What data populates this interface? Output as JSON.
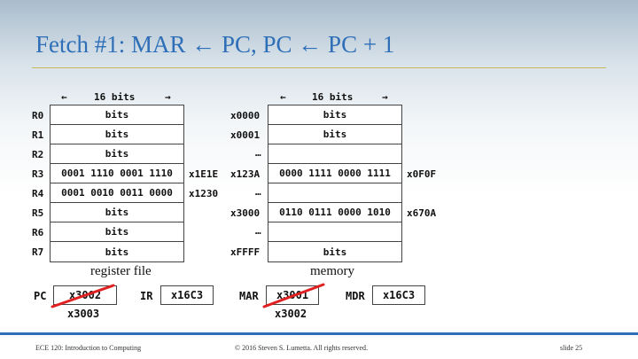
{
  "title": "Fetch #1: MAR ← PC, PC ← PC + 1",
  "regfile": {
    "width_label": "16 bits",
    "arrow_left": "←",
    "arrow_right": "→",
    "rows": [
      {
        "name": "R0",
        "value": "bits",
        "ext": ""
      },
      {
        "name": "R1",
        "value": "bits",
        "ext": ""
      },
      {
        "name": "R2",
        "value": "bits",
        "ext": ""
      },
      {
        "name": "R3",
        "value": "0001 1110 0001 1110",
        "ext": "x1E1E"
      },
      {
        "name": "R4",
        "value": "0001 0010 0011 0000",
        "ext": "x1230"
      },
      {
        "name": "R5",
        "value": "bits",
        "ext": ""
      },
      {
        "name": "R6",
        "value": "bits",
        "ext": ""
      },
      {
        "name": "R7",
        "value": "bits",
        "ext": ""
      }
    ],
    "caption": "register file"
  },
  "memory": {
    "width_label": "16 bits",
    "arrow_left": "←",
    "arrow_right": "→",
    "rows": [
      {
        "addr": "x0000",
        "value": "bits",
        "ext": ""
      },
      {
        "addr": "x0001",
        "value": "bits",
        "ext": ""
      },
      {
        "addr": "…",
        "value": "",
        "ext": ""
      },
      {
        "addr": "x123A",
        "value": "0000 1111 0000 1111",
        "ext": "x0F0F"
      },
      {
        "addr": "…",
        "value": "",
        "ext": ""
      },
      {
        "addr": "x3000",
        "value": "0110 0111 0000 1010",
        "ext": "x670A"
      },
      {
        "addr": "…",
        "value": "",
        "ext": ""
      },
      {
        "addr": "xFFFF",
        "value": "bits",
        "ext": ""
      }
    ],
    "caption": "memory"
  },
  "special_regs": {
    "pc": {
      "label": "PC",
      "old": "x3002",
      "new": "x3003"
    },
    "ir": {
      "label": "IR",
      "value": "x16C3"
    },
    "mar": {
      "label": "MAR",
      "old": "x3001",
      "new": "x3002"
    },
    "mdr": {
      "label": "MDR",
      "value": "x16C3"
    }
  },
  "colors": {
    "title": "#2e6fb8",
    "strike": "#e02020",
    "rule": "#c9b85a"
  },
  "footer": {
    "course": "ECE 120: Introduction to Computing",
    "copyright": "© 2016 Steven S. Lumetta.  All rights reserved.",
    "slide": "slide 25"
  }
}
